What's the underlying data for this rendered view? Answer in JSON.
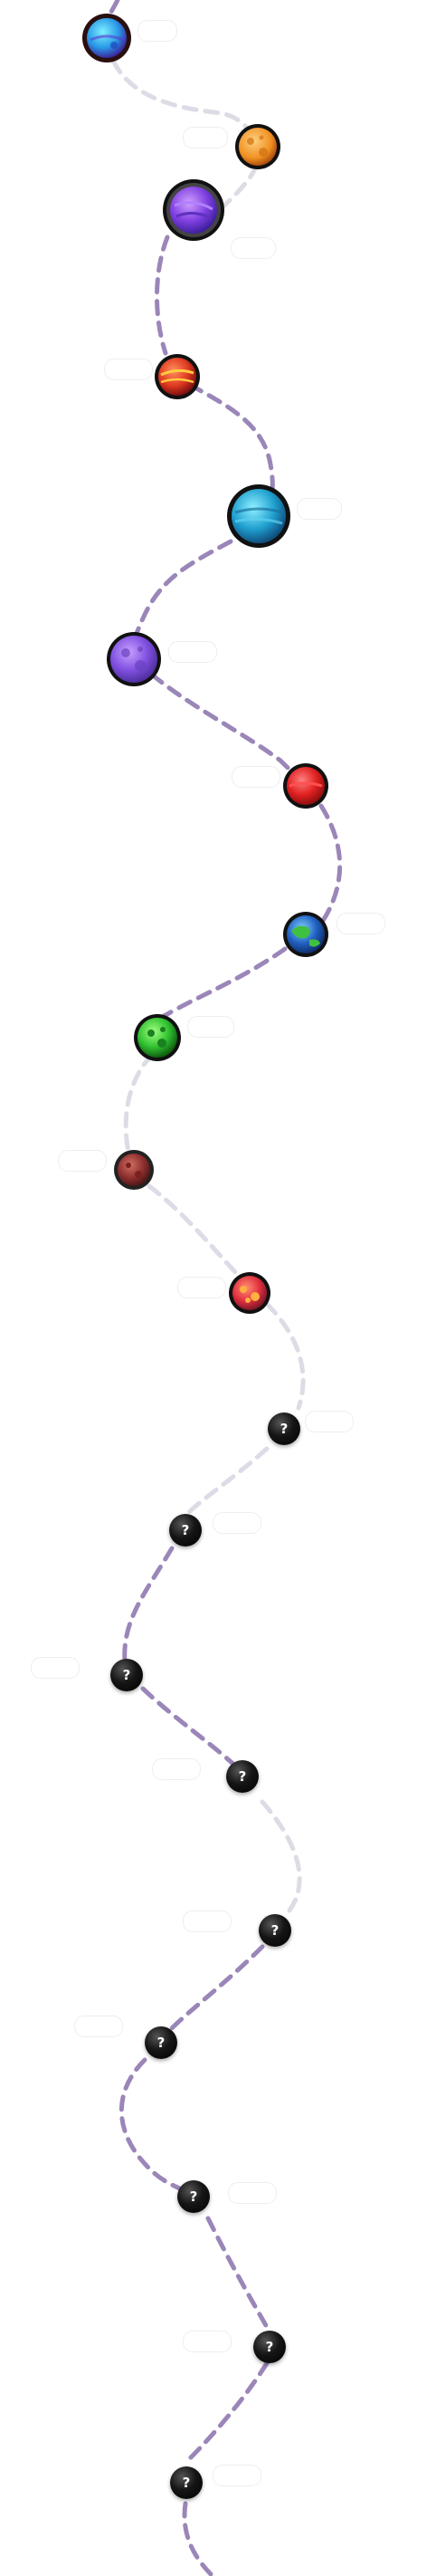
{
  "colors": {
    "path_purple": "#9a86b8",
    "path_light": "#dcdce6",
    "locked_fill": "#000000"
  },
  "levels": [
    {
      "status": "unlocked",
      "icon": "blue-planet-icon"
    },
    {
      "status": "unlocked",
      "icon": "orange-moon-icon"
    },
    {
      "status": "unlocked",
      "icon": "purple-planet-icon"
    },
    {
      "status": "unlocked",
      "icon": "red-planet-icon"
    },
    {
      "status": "unlocked",
      "icon": "cyan-planet-icon"
    },
    {
      "status": "unlocked",
      "icon": "violet-moon-icon"
    },
    {
      "status": "unlocked",
      "icon": "red-gas-planet-icon"
    },
    {
      "status": "unlocked",
      "icon": "earth-planet-icon"
    },
    {
      "status": "unlocked",
      "icon": "green-planet-icon"
    },
    {
      "status": "unlocked",
      "icon": "brown-planet-icon"
    },
    {
      "status": "unlocked",
      "icon": "crimson-planet-icon"
    },
    {
      "status": "locked",
      "icon": "question-mark-icon",
      "glyph": "?"
    },
    {
      "status": "locked",
      "icon": "question-mark-icon",
      "glyph": "?"
    },
    {
      "status": "locked",
      "icon": "question-mark-icon",
      "glyph": "?"
    },
    {
      "status": "locked",
      "icon": "question-mark-icon",
      "glyph": "?"
    },
    {
      "status": "locked",
      "icon": "question-mark-icon",
      "glyph": "?"
    },
    {
      "status": "locked",
      "icon": "question-mark-icon",
      "glyph": "?"
    },
    {
      "status": "locked",
      "icon": "question-mark-icon",
      "glyph": "?"
    },
    {
      "status": "locked",
      "icon": "question-mark-icon",
      "glyph": "?"
    },
    {
      "status": "locked",
      "icon": "question-mark-icon",
      "glyph": "?"
    }
  ]
}
